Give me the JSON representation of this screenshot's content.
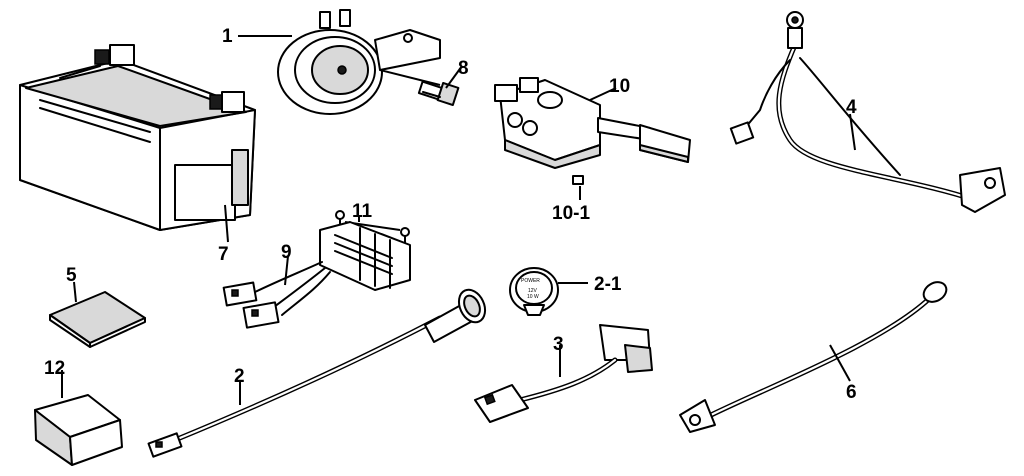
{
  "callouts": {
    "c1": "1",
    "c2": "2",
    "c2_1": "2-1",
    "c3": "3",
    "c4": "4",
    "c5": "5",
    "c6": "6",
    "c7": "7",
    "c8": "8",
    "c9": "9",
    "c10": "10",
    "c10_1": "10-1",
    "c11": "11",
    "c12": "12"
  },
  "flasher_label": {
    "line1": "POWER",
    "line2": "12V",
    "line3": "10 W"
  }
}
